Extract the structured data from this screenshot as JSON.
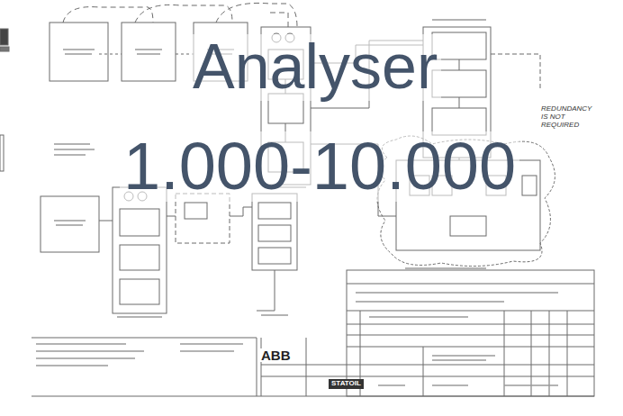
{
  "diagram": {
    "labels": [
      "Analyser",
      "1.000-10.000",
      "ABB",
      "STATOIL",
      "REDUNDANCY IS NOT REQUIRED"
    ]
  }
}
